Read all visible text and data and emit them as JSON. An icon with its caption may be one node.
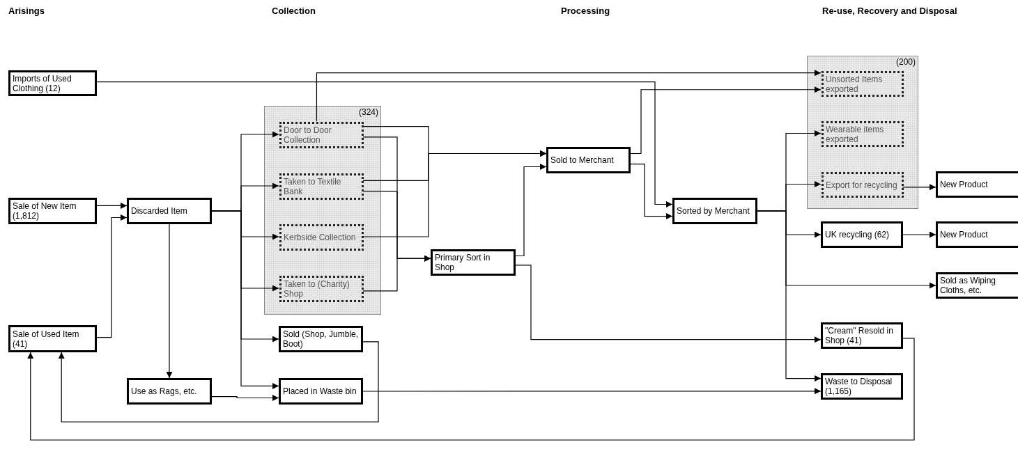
{
  "diagram": {
    "nodes": [
      {
        "text": [
          "Imports of Used Clothing (12)"
        ]
      },
      {
        "text": [
          "Sale of New Item (1,812)"
        ]
      },
      {
        "text": [
          "Discarded Item"
        ]
      },
      {
        "text": [
          "Sale of Used Item (41)"
        ]
      },
      {
        "text": [
          "(324)"
        ]
      },
      {
        "text": [
          "Door to Door Collection"
        ],
        "in": 4
      },
      {
        "text": [
          "Taken to Textile Bank"
        ],
        "in": 4
      },
      {
        "text": [
          "Kerbside Collection"
        ],
        "in": 4
      },
      {
        "text": [
          "Taken to (Charity) Shop"
        ],
        "in": 4
      },
      {
        "text": [
          "Sold (Shop, Jumble, Boot)"
        ]
      },
      {
        "text": [
          "Use as Rags, etc."
        ]
      },
      {
        "text": [
          "Placed in Waste bin"
        ]
      },
      {
        "text": [
          "Primary Sort in Shop"
        ]
      },
      {
        "text": [
          "Sold to Merchant"
        ]
      },
      {
        "text": [
          "Sorted by Merchant"
        ]
      },
      {
        "text": [
          "(200)"
        ]
      },
      {
        "text": [
          "Unsorted Items exported"
        ],
        "in": 15
      },
      {
        "text": [
          "Wearable items exported"
        ],
        "in": 15
      },
      {
        "text": [
          "Export for recycling"
        ],
        "in": 15
      },
      {
        "text": [
          "New Product"
        ]
      },
      {
        "text": [
          "UK recycling (62)"
        ]
      },
      {
        "text": [
          "New Product"
        ]
      },
      {
        "text": [
          "Sold as Wiping Cloths, etc."
        ]
      },
      {
        "text": [
          "\"Cream\" Resold in Shop (41)"
        ]
      },
      {
        "text": [
          "Waste to Disposal (1,165)"
        ]
      }
    ],
    "edges": [
      {
        "from": 1,
        "to": 2,
        "arrow": "to"
      },
      {
        "from": 3,
        "to": 2,
        "arrow": "to"
      },
      {
        "from": 2,
        "to": 5,
        "arrow": "to"
      },
      {
        "from": 2,
        "to": 6,
        "arrow": "to"
      },
      {
        "from": 2,
        "to": 7,
        "arrow": "to"
      },
      {
        "from": 2,
        "to": 8,
        "arrow": "to"
      },
      {
        "from": 2,
        "to": 9,
        "arrow": "to"
      },
      {
        "from": 2,
        "to": 11,
        "arrow": "to"
      },
      {
        "from": 2,
        "to": 10,
        "arrow": "to"
      },
      {
        "from": 10,
        "to": 11,
        "arrow": "to"
      },
      {
        "from": 0,
        "to": 14,
        "arrow": "to"
      },
      {
        "from": 5,
        "to": 16,
        "arrow": "to"
      },
      {
        "from": 5,
        "to": 13,
        "arrow": "to"
      },
      {
        "from": 6,
        "to": 13,
        "arrow": "to"
      },
      {
        "from": 7,
        "to": 13,
        "arrow": "to"
      },
      {
        "from": 5,
        "to": 12,
        "arrow": "to"
      },
      {
        "from": 6,
        "to": 12,
        "arrow": "to"
      },
      {
        "from": 8,
        "to": 12,
        "arrow": "to"
      },
      {
        "from": 9,
        "to": 3,
        "arrow": "to"
      },
      {
        "from": 23,
        "to": 3,
        "arrow": "to"
      },
      {
        "from": 11,
        "to": 24,
        "arrow": "to"
      },
      {
        "from": 12,
        "to": 13,
        "arrow": "to"
      },
      {
        "from": 12,
        "to": 23,
        "arrow": "to"
      },
      {
        "from": 13,
        "to": 16,
        "arrow": "to"
      },
      {
        "from": 13,
        "to": 14,
        "arrow": "to"
      },
      {
        "from": 14,
        "to": 17,
        "arrow": "to"
      },
      {
        "from": 14,
        "to": 18,
        "arrow": "to"
      },
      {
        "from": 14,
        "to": 20,
        "arrow": "to"
      },
      {
        "from": 14,
        "to": 22,
        "arrow": "to"
      },
      {
        "from": 14,
        "to": 24,
        "arrow": "to"
      },
      {
        "from": 18,
        "to": 19,
        "arrow": "to"
      },
      {
        "from": 20,
        "to": 21,
        "arrow": "to"
      }
    ],
    "labels": [
      "Arisings",
      "Collection",
      "Processing",
      "Re-use, Recovery and Disposal"
    ]
  }
}
